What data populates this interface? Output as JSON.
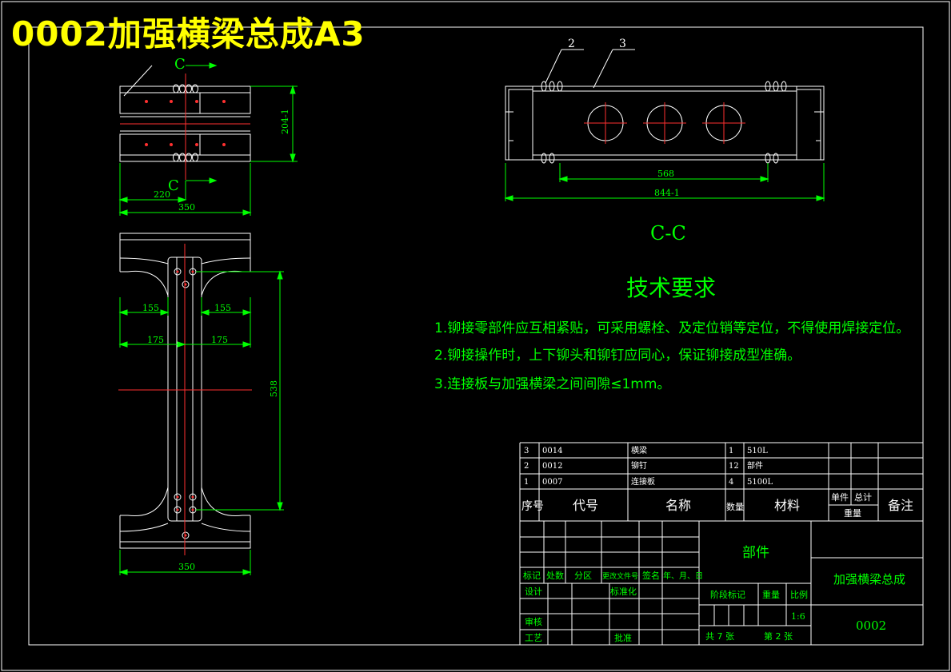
{
  "drawing_title": "0002加强横梁总成A3",
  "section_marker": "C",
  "section_view_label": "C-C",
  "callouts": [
    "2",
    "3"
  ],
  "dimensions": {
    "height_204": "204-1",
    "width_220": "220",
    "width_350_top": "350",
    "left_155": "155",
    "right_155": "155",
    "left_175": "175",
    "right_175": "175",
    "height_538": "538",
    "width_350_bottom": "350",
    "length_568": "568",
    "length_844": "844-1"
  },
  "tech_requirements": {
    "heading": "技术要求",
    "items": [
      "1.铆接零部件应互相紧贴，可采用螺栓、及定位销等定位，不得使用焊接定位。",
      "2.铆接操作时，上下铆头和铆钉应同心，保证铆接成型准确。",
      "3.连接板与加强横梁之间间隙≤1mm。"
    ]
  },
  "bom": {
    "rows": [
      {
        "no": "3",
        "code": "0014",
        "name": "横梁",
        "qty": "1",
        "material": "510L"
      },
      {
        "no": "2",
        "code": "0012",
        "name": "铆钉",
        "qty": "12",
        "material": "部件"
      },
      {
        "no": "1",
        "code": "0007",
        "name": "连接板",
        "qty": "4",
        "material": "5100L"
      }
    ],
    "header": {
      "no": "序号",
      "code": "代号",
      "name": "名称",
      "qty": "数量",
      "material": "材料",
      "unit": "单件",
      "total": "总计",
      "weight": "重量",
      "remark": "备注"
    }
  },
  "title_block": {
    "col_mark": "标记",
    "col_count": "处数",
    "col_zone": "分区",
    "col_docno": "更改文件号",
    "col_sign": "签名",
    "col_date": "年、月、日",
    "design": "设计",
    "standardize": "标准化",
    "review": "审核",
    "process": "工艺",
    "approve": "批准",
    "stage_mark": "阶段标记",
    "weight": "重量",
    "scale": "比例",
    "scale_value": "1:6",
    "sheets": "共 7 张",
    "sheet_no": "第 2 张",
    "part_type": "部件",
    "part_name": "加强横梁总成",
    "drawing_no": "0002"
  }
}
